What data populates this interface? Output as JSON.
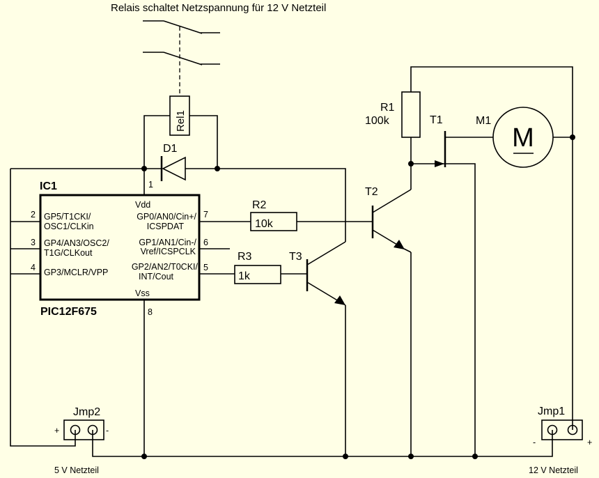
{
  "title": "Relais schaltet Netzspannung für 12 V Netzteil",
  "relay": {
    "ref": "Rel1"
  },
  "diode": {
    "ref": "D1"
  },
  "ic": {
    "ref": "IC1",
    "part": "PIC12F675",
    "vdd": "Vdd",
    "vss": "Vss",
    "pins": [
      {
        "num": "1"
      },
      {
        "num": "2",
        "l1": "GP5/T1CKI/",
        "l2": "OSC1/CLKin"
      },
      {
        "num": "3",
        "l1": "GP4/AN3/OSC2/",
        "l2": "T1G/CLKout"
      },
      {
        "num": "4",
        "l1": "GP3/MCLR/VPP"
      },
      {
        "num": "5",
        "l1": "GP2/AN2/T0CKI/",
        "l2": "INT/Cout"
      },
      {
        "num": "6",
        "l1": "GP1/AN1/Cin-/",
        "l2": "Vref/ICSPCLK"
      },
      {
        "num": "7",
        "l1": "GP0/AN0/Cin+/",
        "l2": "ICSPDAT"
      },
      {
        "num": "8"
      }
    ]
  },
  "r1": {
    "ref": "R1",
    "value": "100k"
  },
  "r2": {
    "ref": "R2",
    "value": "10k"
  },
  "r3": {
    "ref": "R3",
    "value": "1k"
  },
  "t1": {
    "ref": "T1"
  },
  "t2": {
    "ref": "T2"
  },
  "t3": {
    "ref": "T3"
  },
  "m1": {
    "ref": "M1",
    "symbol": "M"
  },
  "jmp1": {
    "ref": "Jmp1",
    "plus": "+",
    "minus": "-",
    "caption": "12 V Netzteil"
  },
  "jmp2": {
    "ref": "Jmp2",
    "plus": "+",
    "minus": "-",
    "caption": "5 V Netzteil"
  }
}
